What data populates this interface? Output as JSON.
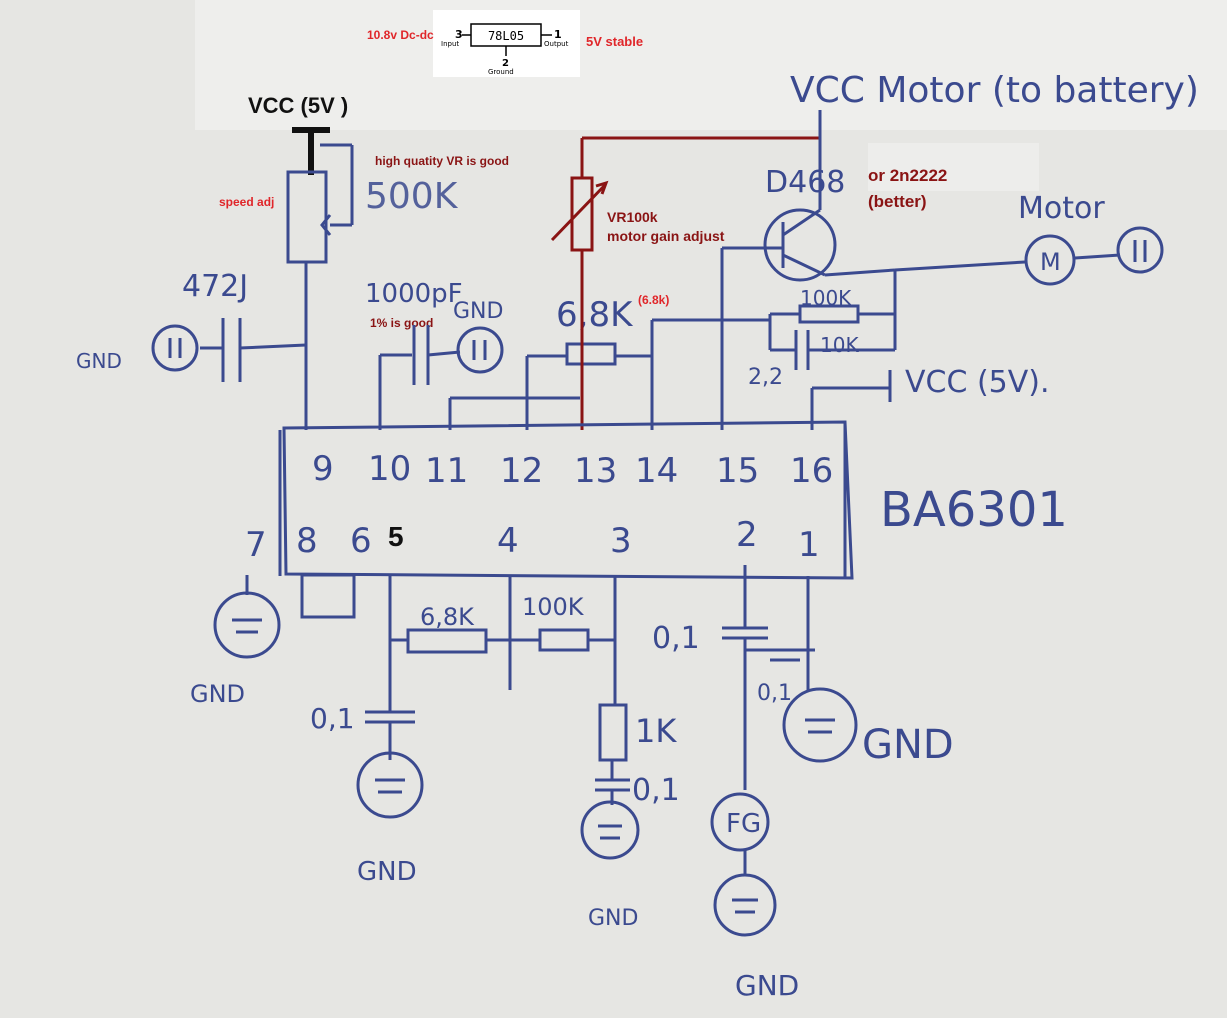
{
  "regulator": {
    "part": "78L05",
    "pin_input_num": "3",
    "pin_input_label": "Input",
    "pin_output_num": "1",
    "pin_output_label": "Output",
    "pin_ground_num": "2",
    "pin_ground_label": "Ground",
    "input_note": "10.8v Dc-dc",
    "output_note": "5V stable"
  },
  "vcc_top": "VCC (5V )",
  "speed_adj": "speed adj",
  "vr_note": "high quatity VR is good",
  "pot_value": "500K",
  "cap_472": "472J",
  "gnd": "GND",
  "cap_1000pf": "1000pF",
  "cap_note": "1% is good",
  "res_68k": "6,8K",
  "res_68k_note": "(6.8k)",
  "vr100k_note1": "VR100k",
  "vr100k_note2": "motor gain adjust",
  "vcc_motor": "VCC Motor (to battery)",
  "transistor": "D468",
  "transistor_alt1": "or 2n2222",
  "transistor_alt2": "(better)",
  "motor": "Motor",
  "motor_symbol": "M",
  "res_100k": "100K",
  "res_10k": "10K",
  "cap_22": "2,2",
  "vcc_5v_right": "VCC (5V).",
  "ic": "BA6301",
  "top_pins": [
    "9",
    "10",
    "11",
    "12",
    "13",
    "14",
    "15",
    "16"
  ],
  "bottom_pins": [
    "8",
    "6",
    "4",
    "3",
    "2",
    "1"
  ],
  "pin7": "7",
  "pin5": "5",
  "cap_01_a": "0,1",
  "res_68k_b": "6,8K",
  "res_100k_b": "100K",
  "res_1k": "1K",
  "cap_01_b": "0,1",
  "cap_01_c": "0,1",
  "cap_01_d": "0,1",
  "fg": "FG",
  "gnd_alt": "GND",
  "colors": {
    "ink": "#3b4a8f",
    "red": "#e0262a",
    "dark_red": "#8a1414",
    "paper": "#e6e6e3"
  }
}
